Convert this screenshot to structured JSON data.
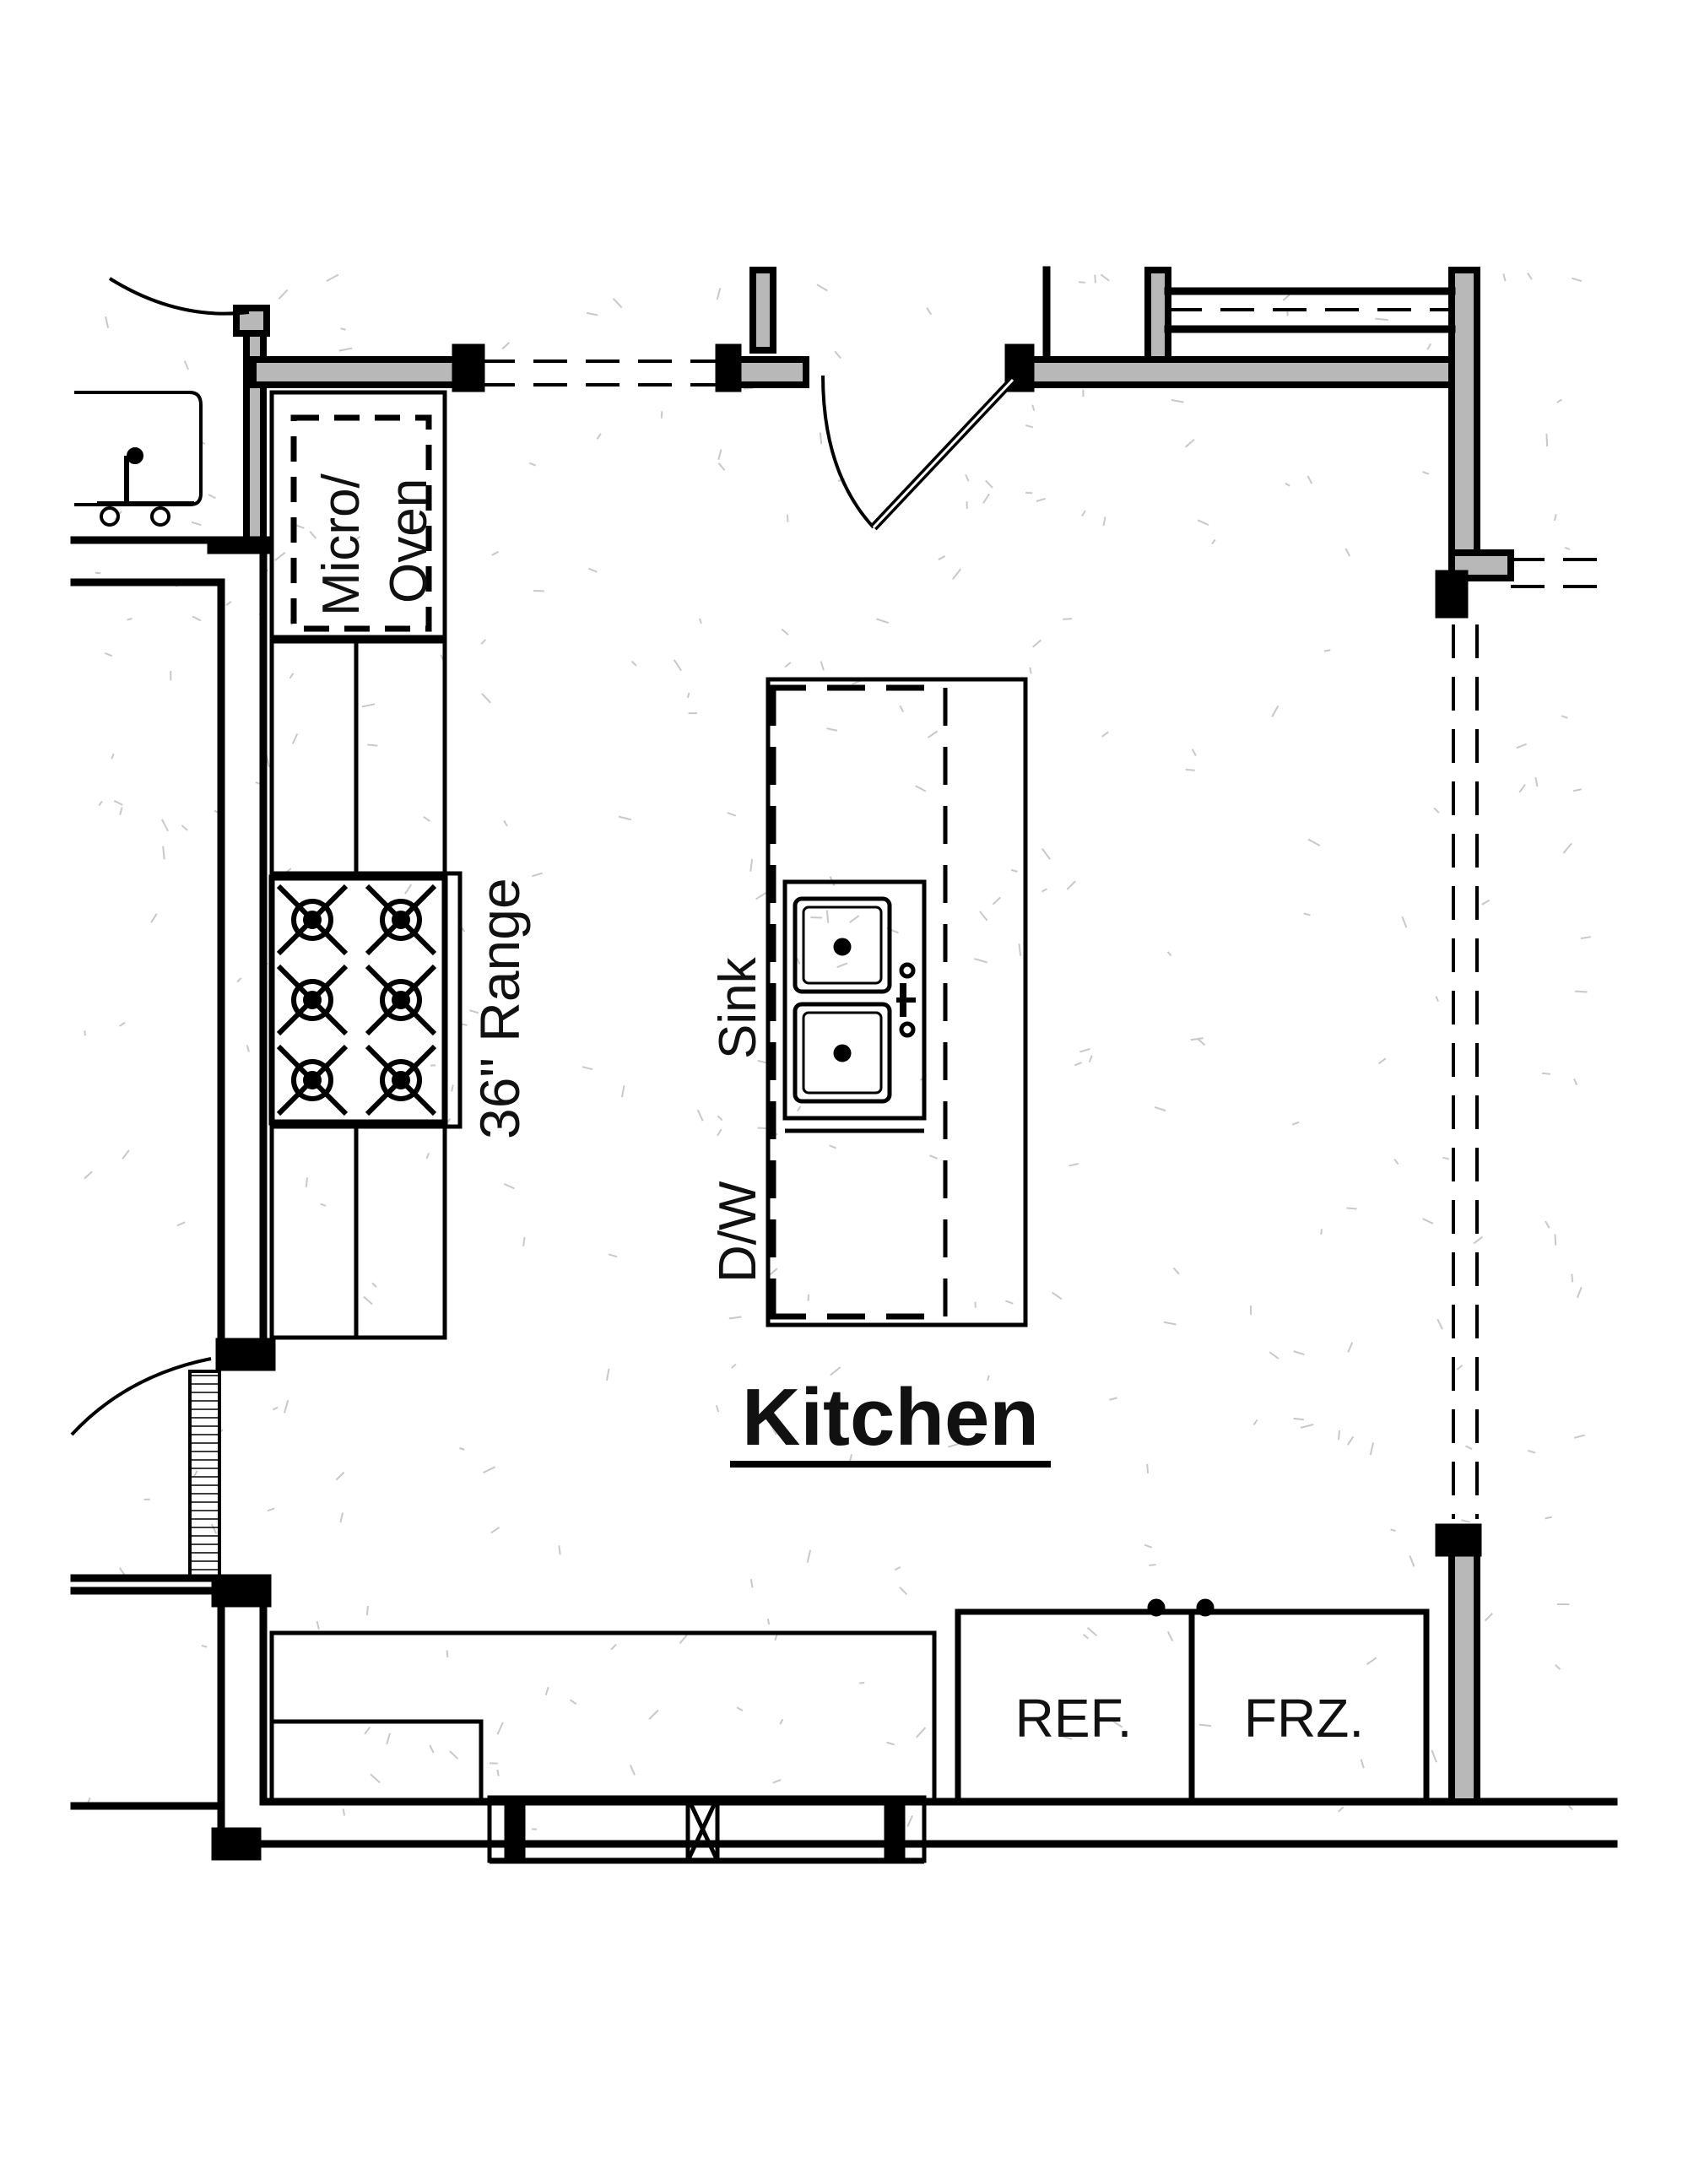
{
  "room": {
    "title": "Kitchen"
  },
  "labels": {
    "micro_oven_line1": "Micro/",
    "micro_oven_line2": "Oven",
    "range": "36\" Range",
    "sink": "Sink",
    "dishwasher": "D/W",
    "refrigerator": "REF.",
    "freezer": "FRZ."
  },
  "colors": {
    "line": "#000000",
    "wall_fill": "#b8b8b8",
    "speckle": "#c8c8c8"
  }
}
